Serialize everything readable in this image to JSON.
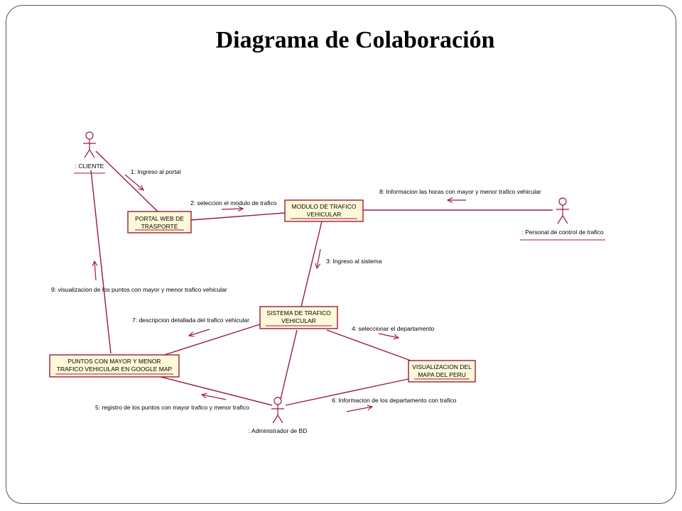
{
  "title": "Diagrama de Colaboración",
  "colors": {
    "line": "#9c1a3a",
    "object_fill": "#fff9d9"
  },
  "actors": {
    "cliente": ": CLIENTE",
    "personal": ": Personal de control de trafico",
    "admin": ": Administrador de BD"
  },
  "objects": {
    "portal": [
      "PORTAL WEB DE",
      "TRASPORTE"
    ],
    "modulo": [
      "MODULO DE TRAFICO",
      "VEHICULAR"
    ],
    "sistema": [
      "SISTEMA DE TRAFICO",
      "VEHICULAR"
    ],
    "puntos": [
      "PUNTOS CON MAYOR Y MENOR",
      "TRAFICO VEHICULAR EN GOOGLE MAP"
    ],
    "mapa": [
      "VISUALIZACION DEL",
      "MAPA DEL PERU"
    ]
  },
  "messages": {
    "m1": "1: Ingreso al portal",
    "m2": "2: seleccion el modulo de trafico",
    "m3": "3: Ingreso al sistema",
    "m4": "4: seleccionar el departamento",
    "m5": "5: registro de los puntos con mayor trafico y menor trafico",
    "m6": "6: Informacion de los departamento con trafico",
    "m7": "7: descripcion detallada del trafico vehicular",
    "m8": "8: Informacion las horas con mayor y menor trafico vehicular",
    "m9": "9: visualizacion de los puntos con mayor y menor trafico vehicular"
  }
}
